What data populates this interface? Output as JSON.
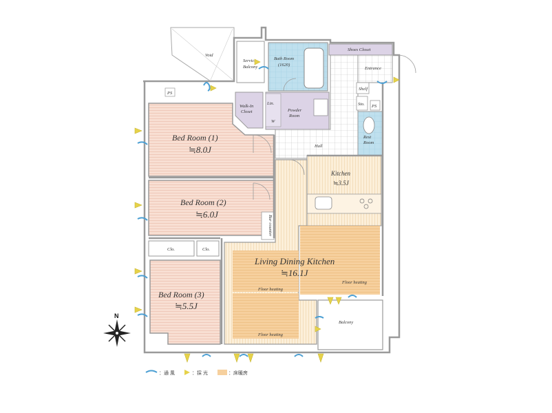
{
  "rooms": {
    "void": "Void",
    "service_balcony_1": "Service",
    "service_balcony_2": "Balcony",
    "bath_room_1": "Bath Room",
    "bath_room_2": "(1620)",
    "shoes_closet": "Shoes Closet",
    "entrance": "Entrance",
    "shelf": "Shelf",
    "sto": "Sto.",
    "ps_1": "PS",
    "ps_2": "PS",
    "walkin_1": "Walk-In",
    "walkin_2": "Closet",
    "lin": "Lin.",
    "w": "W",
    "powder_1": "Powder",
    "powder_2": "Room",
    "rest_1": "Rest",
    "rest_2": "Room",
    "hall": "Hall",
    "bed1_name": "Bed Room (1)",
    "bed1_size": "≒8.0J",
    "bed2_name": "Bed Room (2)",
    "bed2_size": "≒6.0J",
    "bed3_name": "Bed Room (3)",
    "bed3_size": "≒5.5J",
    "kitchen_name": "Kitchen",
    "kitchen_size": "≒3.5J",
    "bar_counter": "Bar counter",
    "clo_1": "Clo.",
    "clo_2": "Clo.",
    "ldk_name": "Living Dining Kitchen",
    "ldk_size": "≒16.1J",
    "floor_heating_1": "Floor heating",
    "floor_heating_2": "Floor heating",
    "floor_heating_3": "Floor heating",
    "balcony": "Balcony"
  },
  "compass": {
    "north": "N"
  },
  "legend": {
    "ventilation": "：通 風",
    "daylight": "：採 光",
    "floor_heating": "：床暖房"
  },
  "colors": {
    "bedroom_fill": "#f7dccf",
    "bedroom_line": "#ecbfac",
    "ldk_fill": "#fbecd2",
    "ldk_line": "#f1d7ae",
    "floor_heating": "#f6cf9a",
    "wet_area": "#b7dcea",
    "closet": "#dcd3e6",
    "wind_arrow": "#5aa7d6",
    "light_arrow": "#e6d24a",
    "wall": "#9a9a9a"
  }
}
